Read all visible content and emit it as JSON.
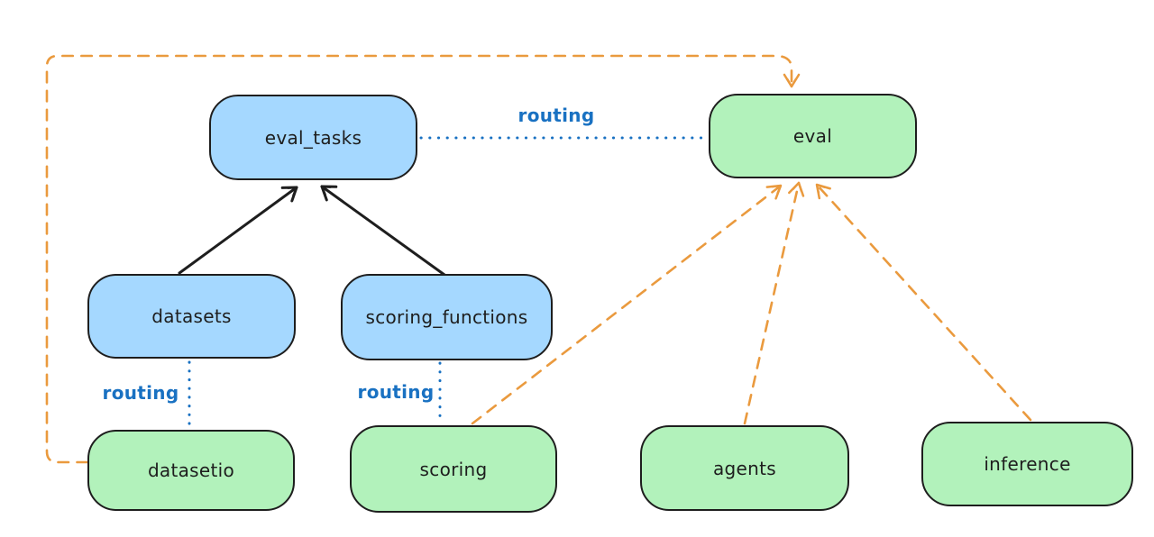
{
  "diagram": {
    "kind": "architecture-flow-diagram",
    "nodes": {
      "eval_tasks": {
        "label": "eval_tasks",
        "fill": "#a5d8ff"
      },
      "eval": {
        "label": "eval",
        "fill": "#b2f2bb"
      },
      "datasets": {
        "label": "datasets",
        "fill": "#a5d8ff"
      },
      "scoring_functions": {
        "label": "scoring_functions",
        "fill": "#a5d8ff"
      },
      "datasetio": {
        "label": "datasetio",
        "fill": "#b2f2bb"
      },
      "scoring": {
        "label": "scoring",
        "fill": "#b2f2bb"
      },
      "agents": {
        "label": "agents",
        "fill": "#b2f2bb"
      },
      "inference": {
        "label": "inference",
        "fill": "#b2f2bb"
      }
    },
    "edge_labels": {
      "routing_eval_tasks_eval": "routing",
      "routing_datasets_datasetio": "routing",
      "routing_scoring_functions_scoring": "routing"
    },
    "edges": [
      {
        "from": "datasets",
        "to": "eval_tasks",
        "style": "solid",
        "color": "#1e1e1e",
        "arrowhead": true
      },
      {
        "from": "scoring_functions",
        "to": "eval_tasks",
        "style": "solid",
        "color": "#1e1e1e",
        "arrowhead": true
      },
      {
        "from": "eval_tasks",
        "to": "eval",
        "style": "dotted",
        "color": "#1971c2",
        "label": "routing",
        "arrowhead": false
      },
      {
        "from": "datasets",
        "to": "datasetio",
        "style": "dotted",
        "color": "#1971c2",
        "label": "routing",
        "arrowhead": false
      },
      {
        "from": "scoring_functions",
        "to": "scoring",
        "style": "dotted",
        "color": "#1971c2",
        "label": "routing",
        "arrowhead": false
      },
      {
        "from": "datasetio",
        "to": "eval",
        "style": "dashed",
        "color": "#ea9a3e",
        "arrowhead": true
      },
      {
        "from": "scoring",
        "to": "eval",
        "style": "dashed",
        "color": "#ea9a3e",
        "arrowhead": true
      },
      {
        "from": "agents",
        "to": "eval",
        "style": "dashed",
        "color": "#ea9a3e",
        "arrowhead": true
      },
      {
        "from": "inference",
        "to": "eval",
        "style": "dashed",
        "color": "#ea9a3e",
        "arrowhead": true
      }
    ],
    "colors": {
      "background": "#ffffff",
      "node_border": "#1e1e1e",
      "api_node_fill": "#a5d8ff",
      "provider_node_fill": "#b2f2bb",
      "routing_blue": "#1971c2",
      "dashed_orange": "#ea9a3e",
      "solid_black": "#1e1e1e"
    }
  }
}
